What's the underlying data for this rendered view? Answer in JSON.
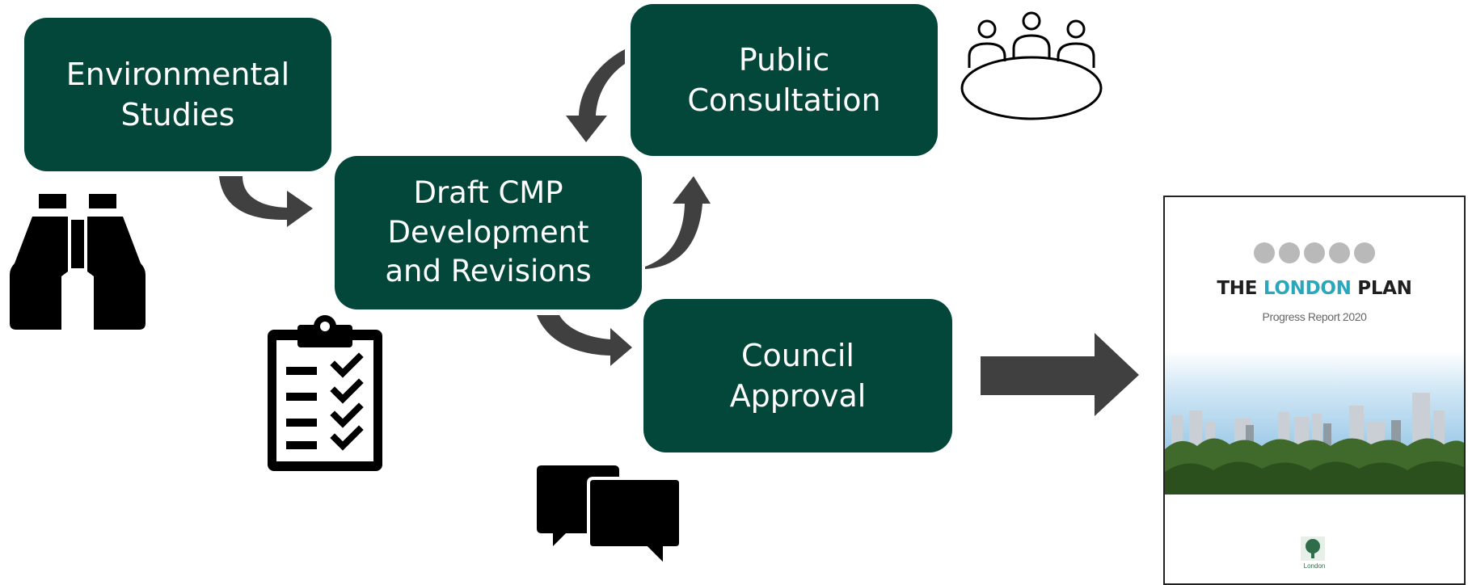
{
  "colors": {
    "box": "#02473a",
    "arrow": "#404040",
    "report_accent": "#2aa7bd"
  },
  "steps": {
    "environmental": {
      "line1": "Environmental",
      "line2": "Studies"
    },
    "draft": {
      "line1": "Draft CMP",
      "line2": "Development",
      "line3": "and Revisions"
    },
    "public": {
      "line1": "Public",
      "line2": "Consultation"
    },
    "council": {
      "line1": "Council",
      "line2": "Approval"
    }
  },
  "icons": {
    "binoculars": "binoculars-icon",
    "clipboard": "clipboard-checklist-icon",
    "meeting": "meeting-table-icon",
    "chat": "chat-bubbles-icon"
  },
  "report": {
    "title_part1": "THE ",
    "title_part2": "LONDON",
    "title_part3": " PLAN",
    "subtitle": "Progress Report 2020",
    "logo_text": "London"
  }
}
